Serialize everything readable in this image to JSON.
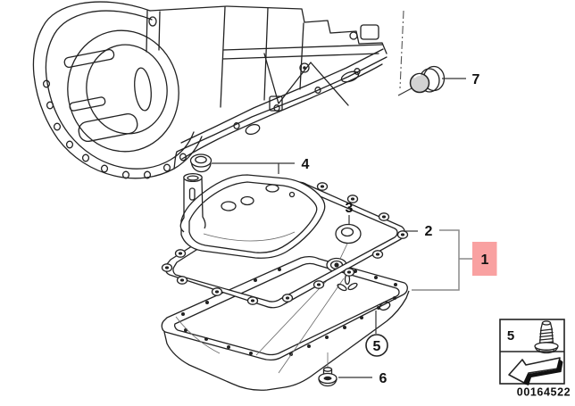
{
  "diagram": {
    "number": "00164522",
    "line_color": "#222222",
    "leader_color": "#333333",
    "bracket_color": "#8a8a8a",
    "background": "#ffffff"
  },
  "callouts": [
    {
      "label": "1",
      "style": "highlighted-box",
      "box_fill": "#f9a1a1",
      "text_color": "#7a0e0e"
    },
    {
      "label": "2",
      "style": "plain"
    },
    {
      "label": "3",
      "style": "plain"
    },
    {
      "label": "4",
      "style": "plain"
    },
    {
      "label": "5",
      "style": "circled"
    },
    {
      "label": "6",
      "style": "plain"
    },
    {
      "label": "7",
      "style": "plain"
    }
  ],
  "legend": {
    "fastener_ref": "5",
    "icons": [
      "screw-icon",
      "direction-arrow-icon"
    ]
  }
}
